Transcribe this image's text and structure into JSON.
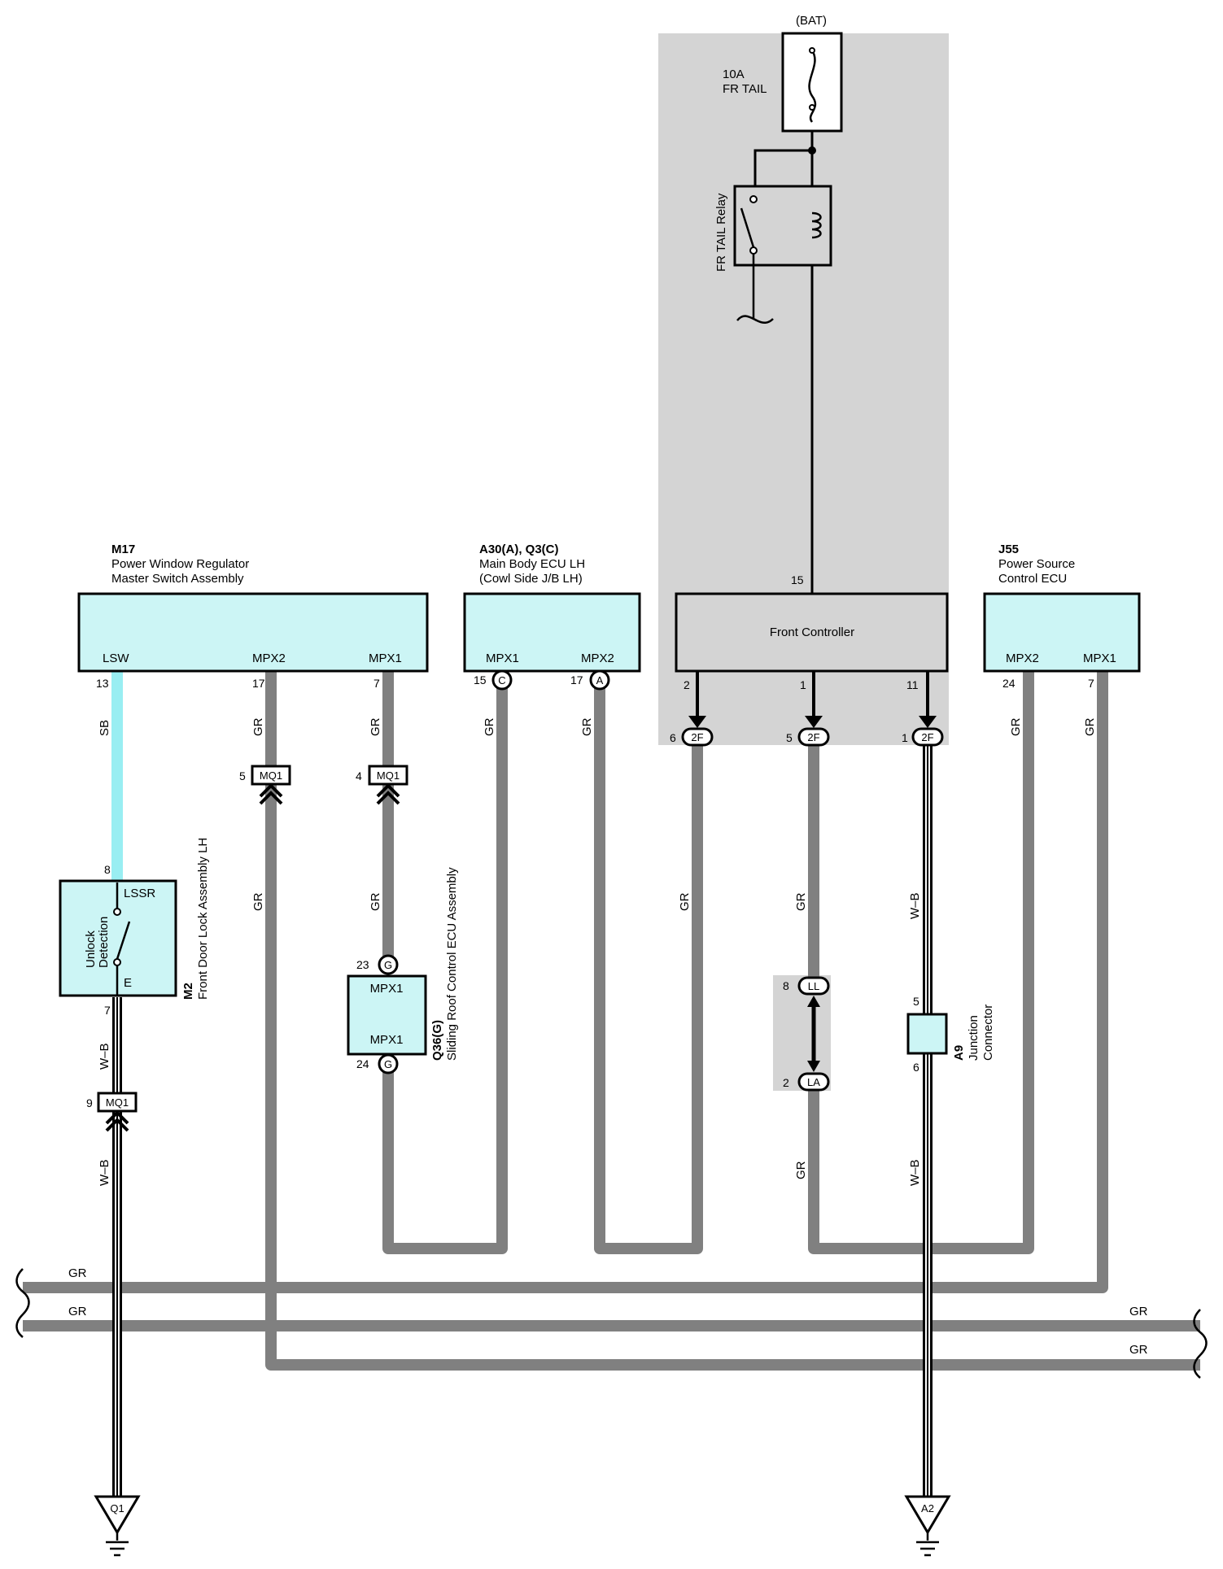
{
  "components": {
    "bat": "(BAT)",
    "fuse": {
      "amp": "10A",
      "name": "FR TAIL"
    },
    "relay": "FR TAIL Relay",
    "m17": {
      "code": "M17",
      "line1": "Power Window Regulator",
      "line2": "Master Switch Assembly",
      "pins": [
        "LSW",
        "MPX2",
        "MPX1"
      ]
    },
    "a30": {
      "code": "A30(A), Q3(C)",
      "line1": "Main Body ECU LH",
      "line2": "(Cowl Side J/B LH)",
      "pins": [
        "MPX1",
        "MPX2"
      ]
    },
    "front_controller": {
      "name": "Front Controller"
    },
    "j55": {
      "code": "J55",
      "line1": "Power Source",
      "line2": "Control ECU",
      "pins": [
        "MPX2",
        "MPX1"
      ]
    },
    "m2": {
      "code": "M2",
      "name": "Front Door Lock Assembly LH",
      "switch_label": "LSSR",
      "inner_line1": "Unlock",
      "inner_line2": "Detection",
      "ground_pin": "E"
    },
    "q36": {
      "code": "Q36(G)",
      "name": "Sliding Roof Control ECU Assembly",
      "pin_top": "MPX1",
      "pin_bottom": "MPX1"
    },
    "a9": {
      "code": "A9",
      "line1": "Junction",
      "line2": "Connector"
    }
  },
  "connectors": {
    "mq1": "MQ1",
    "twoF": "2F",
    "ll": "LL",
    "la": "LA",
    "c": "C",
    "a": "A",
    "g": "G"
  },
  "grounds": {
    "q1": "Q1",
    "a2": "A2"
  },
  "pins": {
    "m17_lsw": "13",
    "m17_mpx2": "17",
    "m17_mpx1": "7",
    "a30_mpx1": "15",
    "a30_mpx2": "17",
    "fc_15": "15",
    "fc_2": "2",
    "fc_1": "1",
    "fc_11": "11",
    "j55_mpx2": "24",
    "j55_mpx1": "7",
    "mq1_5": "5",
    "mq1_4": "4",
    "mq1_9": "9",
    "m2_8": "8",
    "m2_7": "7",
    "q36_23": "23",
    "q36_24": "24",
    "twoF_6": "6",
    "twoF_5": "5",
    "twoF_1": "1",
    "ll_8": "8",
    "la_2": "2",
    "a9_5": "5",
    "a9_6": "6"
  },
  "wire_colors": {
    "sb": "SB",
    "gr": "GR",
    "wb": "W–B"
  },
  "colors": {
    "component_fill": "#ccf5f5",
    "front_controller_fill": "#d4d4d4",
    "shaded_area": "#d4d4d4",
    "wire_gray": "#808080",
    "wire_sb": "#99eef2"
  }
}
